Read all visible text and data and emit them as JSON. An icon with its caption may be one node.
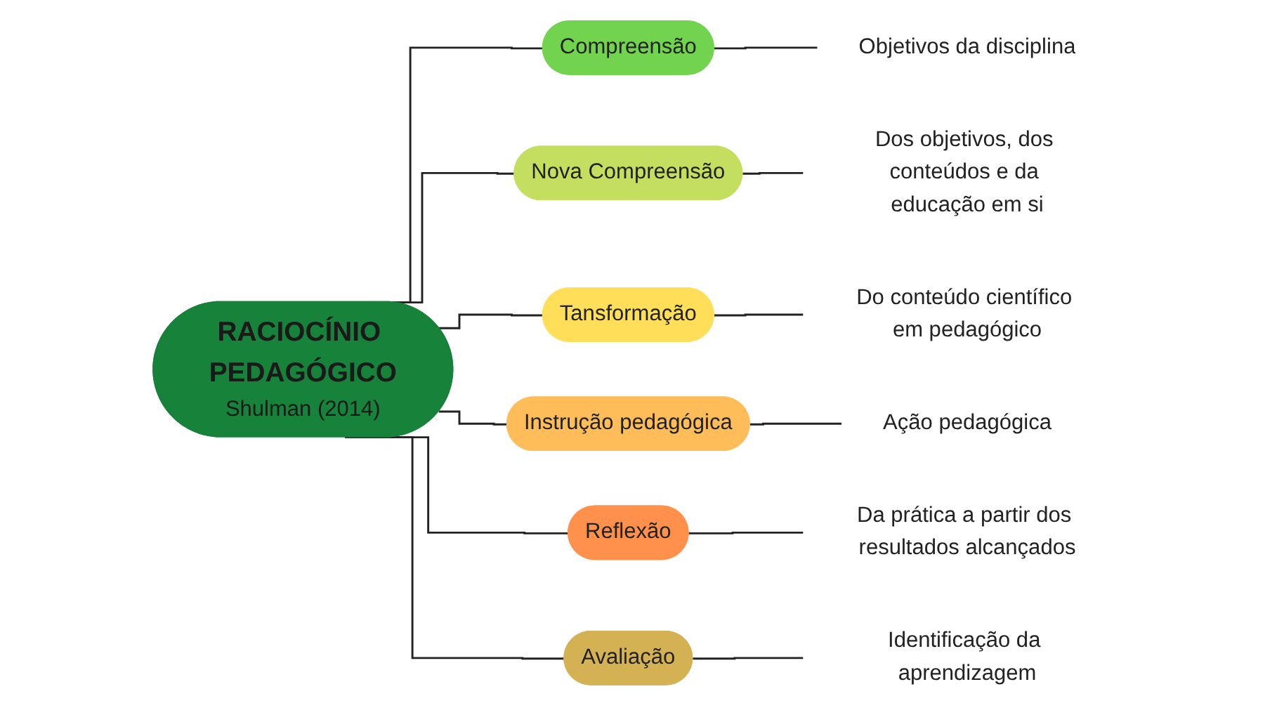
{
  "diagram": {
    "nodes": [
      {
        "text": [
          "RACIOCÍNIO PEDAGÓGICO",
          "Shulman (2014)"
        ]
      },
      {
        "text": [
          "Compreensão"
        ]
      },
      {
        "text": [
          "Objetivos da disciplina"
        ]
      },
      {
        "text": [
          "Nova Compreensão"
        ]
      },
      {
        "text": [
          "Dos objetivos, dos conteúdos e da educação em si"
        ]
      },
      {
        "text": [
          "Tansformação"
        ]
      },
      {
        "text": [
          "Do conteúdo científico em pedagógico"
        ]
      },
      {
        "text": [
          "Instrução pedagógica"
        ]
      },
      {
        "text": [
          "Ação pedagógica"
        ]
      },
      {
        "text": [
          "Reflexão"
        ]
      },
      {
        "text": [
          "Da prática a partir dos resultados alcançados"
        ]
      },
      {
        "text": [
          "Avaliação"
        ]
      },
      {
        "text": [
          "Identificação da aprendizagem"
        ]
      }
    ],
    "edges": [
      {
        "from": 0,
        "to": 1,
        "arrow": "none"
      },
      {
        "from": 0,
        "to": 3,
        "arrow": "none"
      },
      {
        "from": 0,
        "to": 5,
        "arrow": "none"
      },
      {
        "from": 0,
        "to": 7,
        "arrow": "none"
      },
      {
        "from": 0,
        "to": 9,
        "arrow": "none"
      },
      {
        "from": 0,
        "to": 11,
        "arrow": "none"
      },
      {
        "from": 1,
        "to": 2,
        "arrow": "none"
      },
      {
        "from": 3,
        "to": 4,
        "arrow": "none"
      },
      {
        "from": 5,
        "to": 6,
        "arrow": "none"
      },
      {
        "from": 7,
        "to": 8,
        "arrow": "none"
      },
      {
        "from": 9,
        "to": 10,
        "arrow": "none"
      },
      {
        "from": 11,
        "to": 12,
        "arrow": "none"
      }
    ]
  }
}
